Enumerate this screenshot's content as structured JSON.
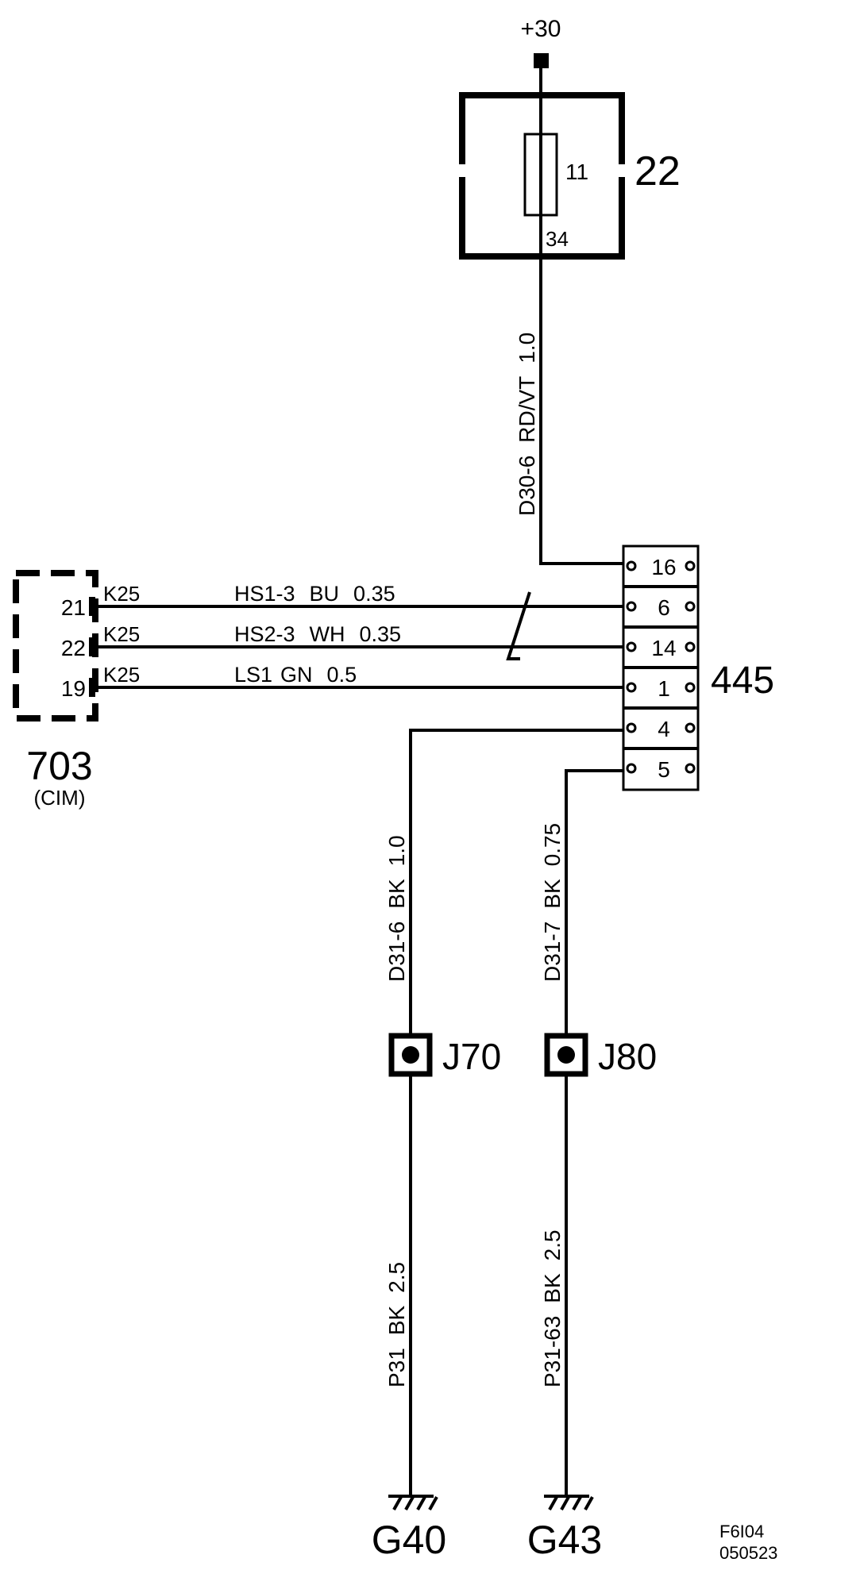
{
  "power": {
    "label": "+30"
  },
  "fuse_box": {
    "id": "22",
    "fuse": "11",
    "pin": "34"
  },
  "wire_main": {
    "code": "D30-6",
    "color": "RD/VT",
    "size": "1.0"
  },
  "connector": {
    "id": "445",
    "pins": [
      "16",
      "6",
      "14",
      "1",
      "4",
      "5"
    ]
  },
  "cim": {
    "id": "703",
    "name": "(CIM)",
    "pins": [
      "21",
      "22",
      "19"
    ],
    "connector_label": "K25"
  },
  "bus_wires": [
    {
      "code": "HS1-3",
      "color": "BU",
      "size": "0.35"
    },
    {
      "code": "HS2-3",
      "color": "WH",
      "size": "0.35"
    },
    {
      "code": "LS1",
      "color": "GN",
      "size": "0.5"
    }
  ],
  "ground_wires_upper": [
    {
      "code": "D31-6",
      "color": "BK",
      "size": "1.0"
    },
    {
      "code": "D31-7",
      "color": "BK",
      "size": "0.75"
    }
  ],
  "splices": [
    "J70",
    "J80"
  ],
  "ground_wires_lower": [
    {
      "code": "P31",
      "color": "BK",
      "size": "2.5"
    },
    {
      "code": "P31-63",
      "color": "BK",
      "size": "2.5"
    }
  ],
  "grounds": [
    "G40",
    "G43"
  ],
  "drawing_ref": {
    "code": "F6I04",
    "date": "050523"
  }
}
